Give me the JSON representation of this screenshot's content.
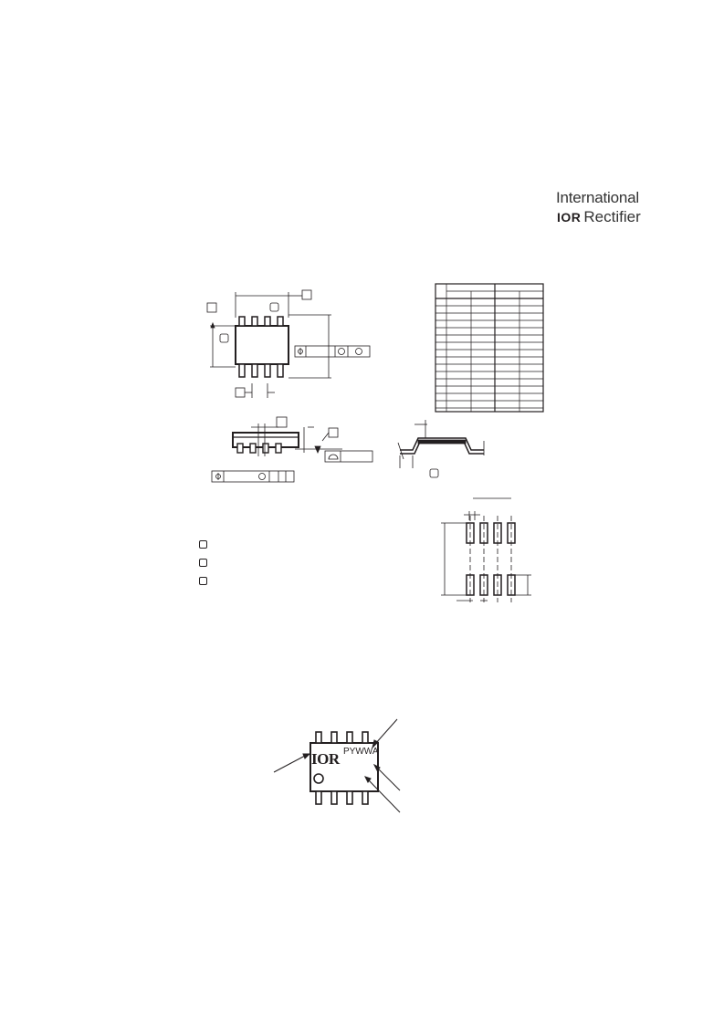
{
  "header": {
    "company_line1": "International",
    "company_mark": "IOR",
    "company_line2": "Rectifier"
  },
  "package_marking": {
    "logo_text": "IOR",
    "code": "PYWWA"
  },
  "dimension_table": {
    "rows": 18,
    "columns": 5
  }
}
